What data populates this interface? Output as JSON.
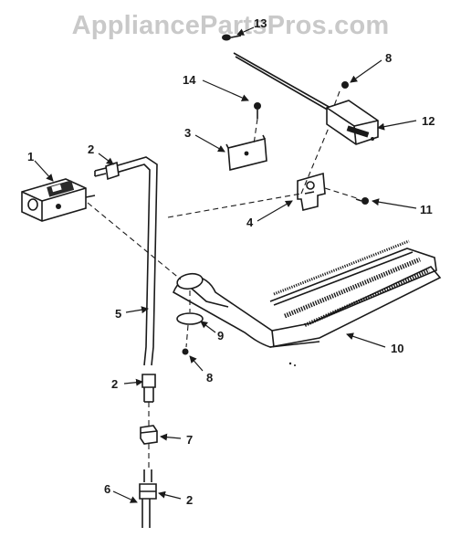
{
  "watermark": "AppliancePartsPros.com",
  "callouts": [
    "1",
    "2",
    "3",
    "4",
    "5",
    "2",
    "6",
    "7",
    "8",
    "9",
    "10",
    "11",
    "12",
    "14",
    "8",
    "2",
    "13"
  ],
  "colors": {
    "ink": "#1a1a1a",
    "watermark": "#c9c9c9",
    "background": "#ffffff"
  }
}
